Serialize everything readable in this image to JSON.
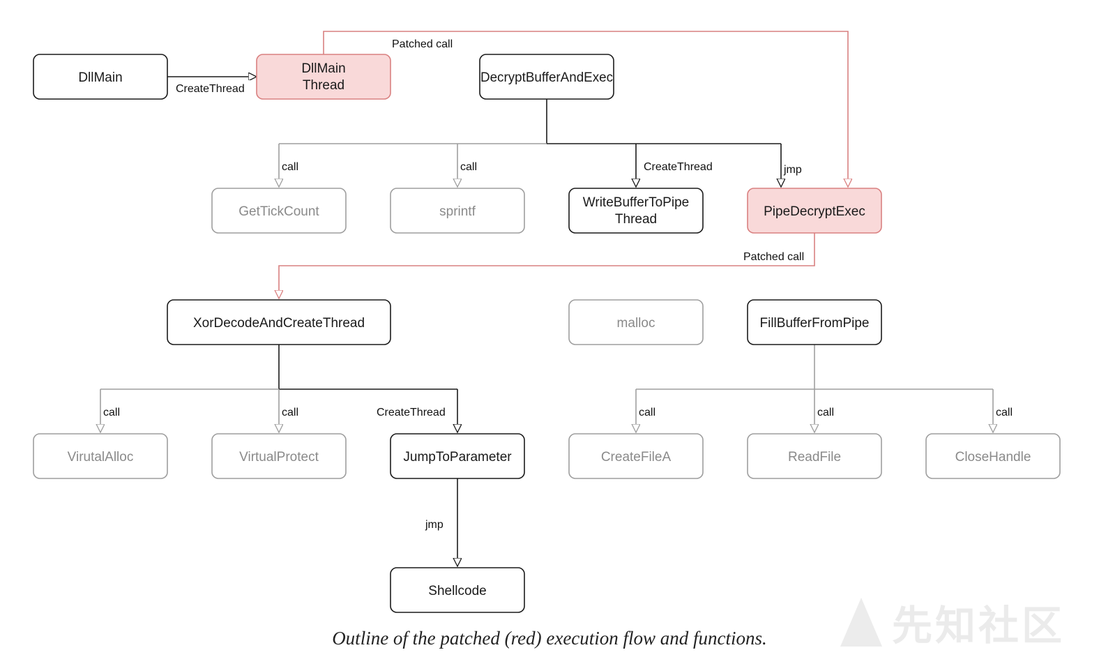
{
  "colors": {
    "black_stroke": "#1a1a1a",
    "gray_stroke": "#9e9e9e",
    "gray_text": "#8a8a8a",
    "red_stroke": "#d98080",
    "red_fill": "#f9d9d9"
  },
  "nodes": {
    "dllmain": "DllMain",
    "dllmain_thread_1": "DllMain",
    "dllmain_thread_2": "Thread",
    "decrypt_buffer_and_exec": "DecryptBufferAndExec",
    "gettickcount": "GetTickCount",
    "sprintf": "sprintf",
    "write_buffer_1": "WriteBufferToPipe",
    "write_buffer_2": "Thread",
    "pipe_decrypt_exec": "PipeDecryptExec",
    "xor_decode": "XorDecodeAndCreateThread",
    "malloc": "malloc",
    "fill_buffer_from_pipe": "FillBufferFromPipe",
    "virutalalloc": "VirutalAlloc",
    "virtualprotect": "VirtualProtect",
    "jump_to_parameter": "JumpToParameter",
    "createfilea": "CreateFileA",
    "readfile": "ReadFile",
    "closehandle": "CloseHandle",
    "shellcode": "Shellcode"
  },
  "edge_labels": {
    "createthread_dllmain": "CreateThread",
    "patched_call_top": "Patched call",
    "call_gettickcount": "call",
    "call_sprintf": "call",
    "createthread_write": "CreateThread",
    "jmp_pipe": "jmp",
    "patched_call_pipe": "Patched  call",
    "call_virutalalloc": "call",
    "call_virtualprotect": "call",
    "createthread_jump": "CreateThread",
    "call_createfilea": "call",
    "call_readfile": "call",
    "call_closehandle": "call",
    "jmp_shellcode": "jmp"
  },
  "caption": "Outline of the patched (red) execution flow and functions.",
  "watermark": "先知社区"
}
